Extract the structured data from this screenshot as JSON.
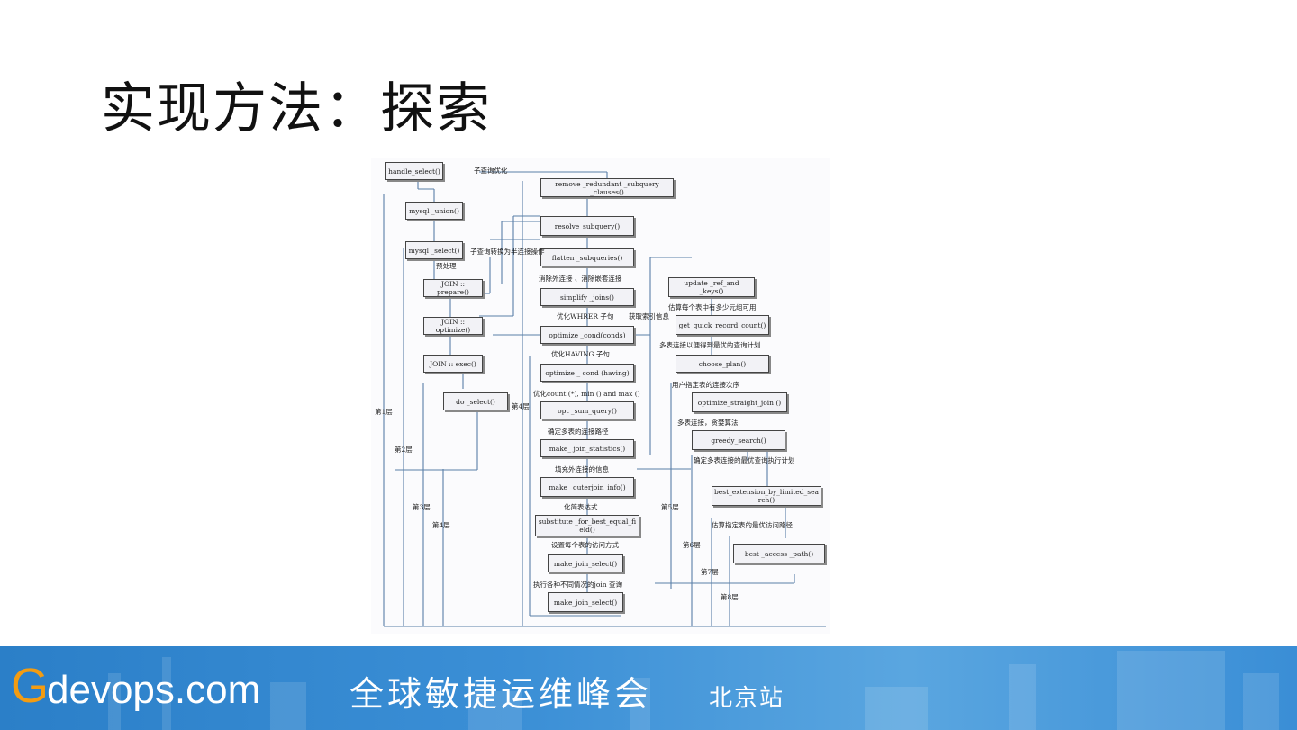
{
  "slide": {
    "title": "实现方法：探索"
  },
  "diagram": {
    "nodes": [
      {
        "id": "n1",
        "text": "handle_select()"
      },
      {
        "id": "n2",
        "text": "mysql _union()"
      },
      {
        "id": "n3",
        "text": "mysql _select()"
      },
      {
        "id": "n4",
        "text": "JOIN :: prepare()"
      },
      {
        "id": "n5",
        "text": "JOIN :: optimize()"
      },
      {
        "id": "n6",
        "text": "JOIN :: exec()"
      },
      {
        "id": "n7",
        "text": "do _select()"
      },
      {
        "id": "n8",
        "text": "remove _redundant _subquery _clauses()"
      },
      {
        "id": "n9",
        "text": "resolve_subquery()"
      },
      {
        "id": "n10",
        "text": "flatten _subqueries()"
      },
      {
        "id": "n11",
        "text": "simplify _joins()"
      },
      {
        "id": "n12",
        "text": "optimize _cond(conds)"
      },
      {
        "id": "n13",
        "text": "optimize _ cond (having)"
      },
      {
        "id": "n14",
        "text": "opt _sum_query()"
      },
      {
        "id": "n15",
        "text": "make_ join_statistics()"
      },
      {
        "id": "n16",
        "text": "make _outerjoin_info()"
      },
      {
        "id": "n17",
        "text": "substitute _for_best_equal_fi eld()"
      },
      {
        "id": "n18",
        "text": "make_join_select()"
      },
      {
        "id": "n19",
        "text": "make_join_select()"
      },
      {
        "id": "n20",
        "text": "update _ref_and _keys()"
      },
      {
        "id": "n21",
        "text": "get_quick_record_count()"
      },
      {
        "id": "n22",
        "text": "choose_plan()"
      },
      {
        "id": "n23",
        "text": "optimize_straight_join ()"
      },
      {
        "id": "n24",
        "text": "greedy_search()"
      },
      {
        "id": "n25",
        "text": "best_extension_by_limited_sea rch()"
      },
      {
        "id": "n26",
        "text": "best _access _path()"
      }
    ],
    "labels": [
      {
        "id": "l1",
        "text": "子查询优化"
      },
      {
        "id": "l2",
        "text": "子查询转换为半连接操作"
      },
      {
        "id": "l3",
        "text": "预处理"
      },
      {
        "id": "l4",
        "text": "消除外连接 、消除嵌套连接"
      },
      {
        "id": "l5",
        "text": "优化WHRER 子句"
      },
      {
        "id": "l6",
        "text": "获取索引信息"
      },
      {
        "id": "l7",
        "text": "优化HAVING 子句"
      },
      {
        "id": "l8",
        "text": "优化count (*), min () and max ()"
      },
      {
        "id": "l9",
        "text": "确定多表的连接路径"
      },
      {
        "id": "l10",
        "text": "填充外连接的信息"
      },
      {
        "id": "l11",
        "text": "化简表达式"
      },
      {
        "id": "l12",
        "text": "设置每个表的访问方式"
      },
      {
        "id": "l13",
        "text": "执行各种不同情况的join 查询"
      },
      {
        "id": "l14",
        "text": "估算每个表中有多少元组可用"
      },
      {
        "id": "l15",
        "text": "多表连接以便得到最优的查询计划"
      },
      {
        "id": "l16",
        "text": "用户指定表的连接次序"
      },
      {
        "id": "l17",
        "text": "多表连接，贪婪算法"
      },
      {
        "id": "l18",
        "text": "确定多表连接的最优查询执行计划"
      },
      {
        "id": "l19",
        "text": "估算指定表的最优访问路径"
      },
      {
        "id": "l20",
        "text": "第1层"
      },
      {
        "id": "l21",
        "text": "第2层"
      },
      {
        "id": "l22",
        "text": "第3层"
      },
      {
        "id": "l23",
        "text": "第4层"
      },
      {
        "id": "l24",
        "text": "第4层"
      },
      {
        "id": "l25",
        "text": "第5层"
      },
      {
        "id": "l26",
        "text": "第6层"
      },
      {
        "id": "l27",
        "text": "第7层"
      },
      {
        "id": "l28",
        "text": "第8层"
      }
    ]
  },
  "footer": {
    "logo_g": "G",
    "logo_rest": "devops.com",
    "slogan": "全球敏捷运维峰会",
    "city": "北京站"
  },
  "colors": {
    "footer_blue": "#3b8fd6",
    "logo_orange": "#f39c12",
    "line": "#5a7fa8"
  }
}
